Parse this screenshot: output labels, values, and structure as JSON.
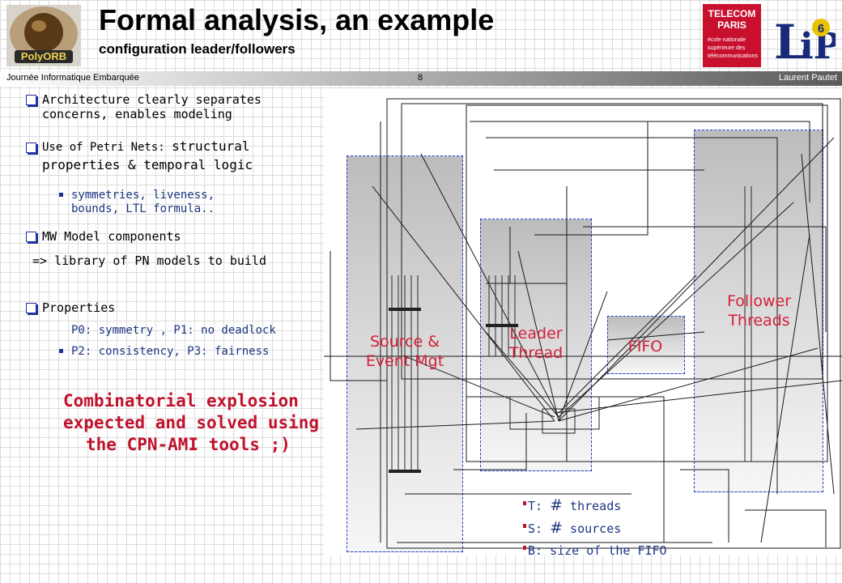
{
  "header": {
    "title": "Formal analysis, an example",
    "subtitle": "configuration leader/followers",
    "logo_polyorb_text": "PolyORB",
    "logo_telecom_lines": [
      "TELECOM",
      "PARIS",
      "école nationale",
      "supérieure des",
      "télécommunications"
    ],
    "logo_lip6_text": "LIP6"
  },
  "topbar": {
    "left": "Journée Informatique Embarquée",
    "page": "8",
    "right": "Laurent Pautet"
  },
  "bullets": [
    {
      "l1": "Architecture clearly separates",
      "l2": "concerns, enables modeling"
    },
    {
      "l1a": "Use of Petri Nets: ",
      "l1b": "structural",
      "l2": "properties & temporal logic"
    },
    {
      "l1": "symmetries, liveness,",
      "l2": "bounds, LTL formula.."
    },
    {
      "l1": "MW Model components"
    },
    {
      "l1": "=> library of PN models to build"
    },
    {
      "l1": "Properties"
    },
    {
      "l1": "P0: symmetry , P1: no deadlock"
    },
    {
      "l1": "P2: consistency, P3: fairness"
    }
  ],
  "combinatorial": {
    "l1": "Combinatorial explosion",
    "l2": "expected and solved using",
    "l3": "the CPN-AMI tools ;)"
  },
  "regions": {
    "source": {
      "l1": "Source &",
      "l2": "Event Mgt"
    },
    "leader": {
      "l1": "Leader",
      "l2": "Thread"
    },
    "fifo": "FIFO",
    "follower": {
      "l1": "Follower",
      "l2": "Threads"
    }
  },
  "legend": {
    "t": {
      "a": "T: ",
      "b": "#",
      "c": " threads"
    },
    "s": {
      "a": "S: ",
      "b": "#",
      "c": " sources"
    },
    "b": "B: size of the FIFO"
  },
  "colors": {
    "accent_red": "#c0122c",
    "bullet_blue": "#1c3580",
    "region_border": "#1f3fd6"
  }
}
